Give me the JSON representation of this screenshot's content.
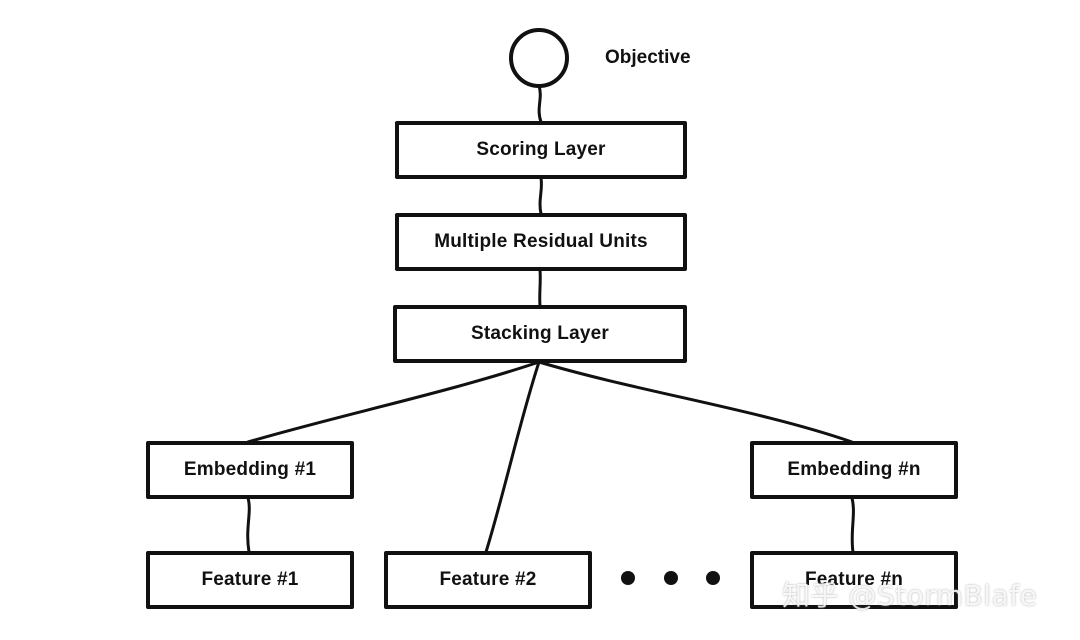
{
  "diagram": {
    "objective": "Objective",
    "scoring_layer": "Scoring Layer",
    "residual_units": "Multiple Residual Units",
    "stacking_layer": "Stacking Layer",
    "embedding_1": "Embedding #1",
    "embedding_n": "Embedding #n",
    "feature_1": "Feature #1",
    "feature_2": "Feature #2",
    "feature_n": "Feature #n"
  },
  "watermark": "知乎 @StormBlafe",
  "colors": {
    "ink": "#111111",
    "background": "#ffffff"
  }
}
